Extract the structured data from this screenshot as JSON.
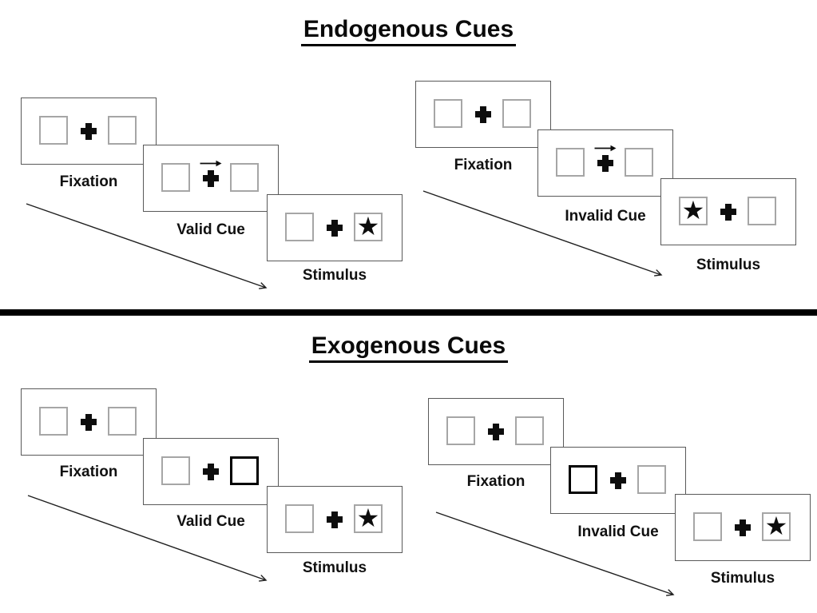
{
  "glyphs": {
    "star": "★",
    "fixation_cross": "+",
    "cue_arrow": "→"
  },
  "colors": {
    "background": "#ffffff",
    "ink": "#0d0d0d",
    "panel_border": "#595959",
    "square_border": "#a6a6a6",
    "divider": "#000000"
  },
  "sections": [
    {
      "title": "Endogenous Cues",
      "cue_style": "central-arrow",
      "sequences": [
        {
          "name": "valid",
          "cue_direction": "right",
          "stimulus_side": "right",
          "panels": {
            "fixation": "Fixation",
            "cue": "Valid Cue",
            "stimulus": "Stimulus"
          }
        },
        {
          "name": "invalid",
          "cue_direction": "right",
          "stimulus_side": "left",
          "panels": {
            "fixation": "Fixation",
            "cue": "Invalid Cue",
            "stimulus": "Stimulus"
          }
        }
      ]
    },
    {
      "title": "Exogenous Cues",
      "cue_style": "peripheral-thick-box",
      "sequences": [
        {
          "name": "valid",
          "cue_side": "right",
          "stimulus_side": "right",
          "panels": {
            "fixation": "Fixation",
            "cue": "Valid Cue",
            "stimulus": "Stimulus"
          }
        },
        {
          "name": "invalid",
          "cue_side": "left",
          "stimulus_side": "right",
          "panels": {
            "fixation": "Fixation",
            "cue": "Invalid Cue",
            "stimulus": "Stimulus"
          }
        }
      ]
    }
  ]
}
